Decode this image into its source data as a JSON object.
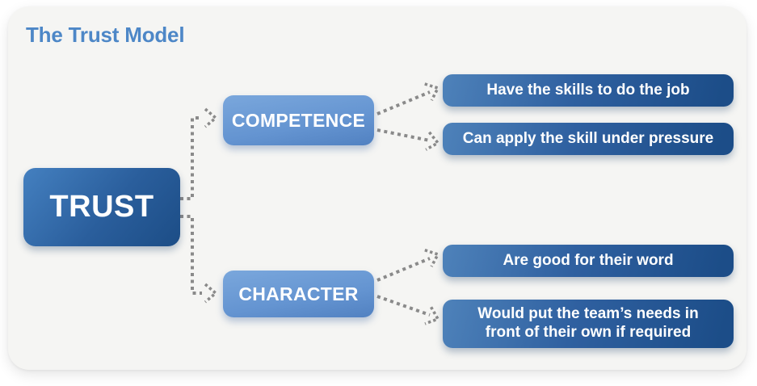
{
  "title": "The Trust Model",
  "diagram": {
    "root": {
      "label": "TRUST"
    },
    "branches": [
      {
        "label": "COMPETENCE",
        "leaves": [
          {
            "label": "Have the skills to do the job"
          },
          {
            "label": "Can apply the skill under pressure"
          }
        ]
      },
      {
        "label": "CHARACTER",
        "leaves": [
          {
            "label": "Are good for their word"
          },
          {
            "label": "Would put the team’s needs in front of their own if required"
          }
        ]
      }
    ]
  },
  "colors": {
    "page_background": "#ffffff",
    "card_background": "#f5f5f3",
    "title_text": "#4d87c7",
    "root_box_gradient_start": "#4480c0",
    "root_box_gradient_end": "#1c4d86",
    "branch_box_gradient_start": "#7aa7dc",
    "branch_box_gradient_end": "#5181c1",
    "leaf_box_gradient_start": "#4e82ba",
    "leaf_box_gradient_end": "#1c4d88",
    "box_text": "#ffffff",
    "connector_dots": "#8a8a8a"
  }
}
